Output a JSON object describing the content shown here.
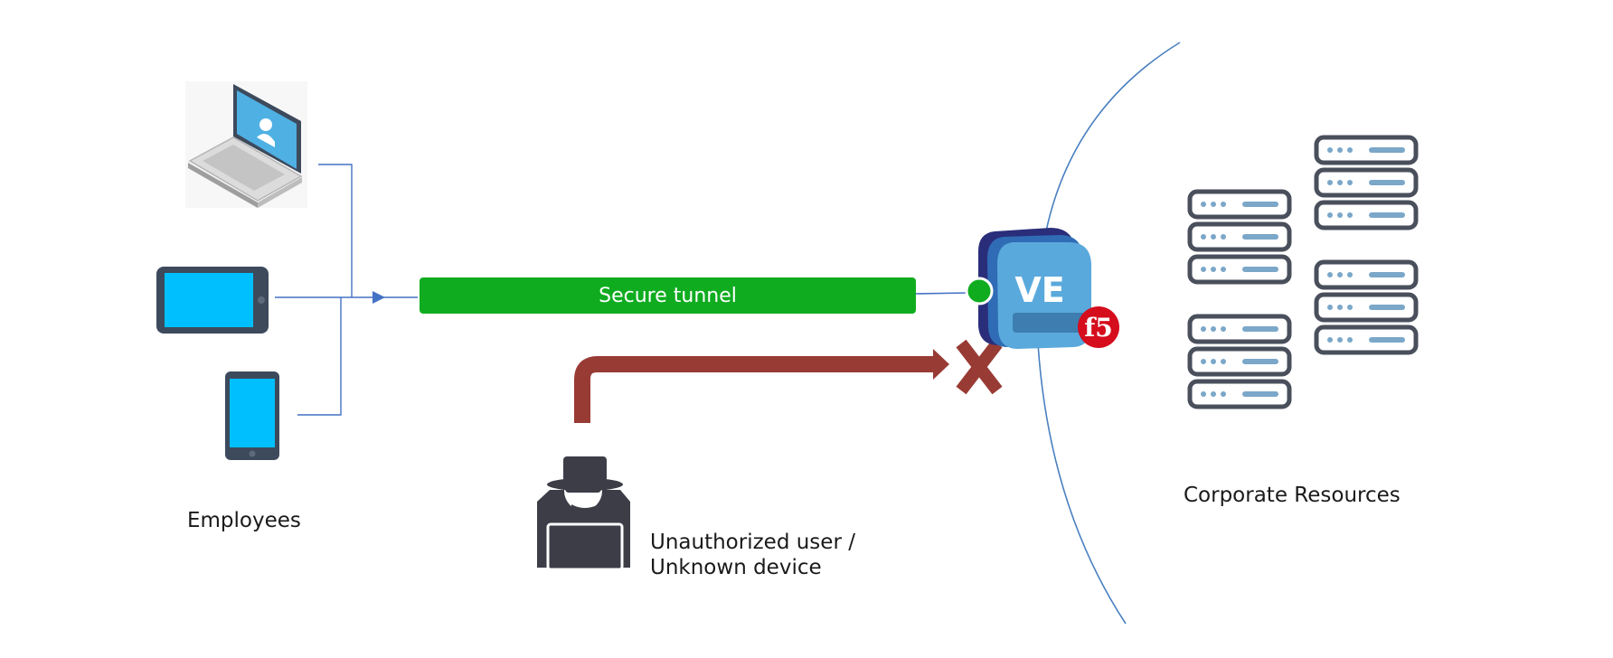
{
  "labels": {
    "employees": "Employees",
    "secure_tunnel": "Secure tunnel",
    "unauthorized_line1": "Unauthorized user /",
    "unauthorized_line2": "Unknown device",
    "corporate": "Corporate Resources",
    "ve_badge": "VE",
    "f5_logo": "f5"
  },
  "icons": {
    "laptop": "laptop-icon",
    "tablet": "tablet-icon",
    "phone": "phone-icon",
    "hacker": "hacker-icon",
    "appliance": "f5-ve-appliance-icon",
    "server": "server-rack-icon",
    "blocked": "blocked-x-icon"
  },
  "colors": {
    "tunnel": "#0fac20",
    "connector": "#4472c4",
    "blocked_path": "#983b34",
    "device_screen": "#00bfff",
    "device_frame": "#3d4a5c",
    "server_frame": "#4a4f5c",
    "server_bar": "#7ba7c9",
    "f5_red": "#d50d1d"
  }
}
